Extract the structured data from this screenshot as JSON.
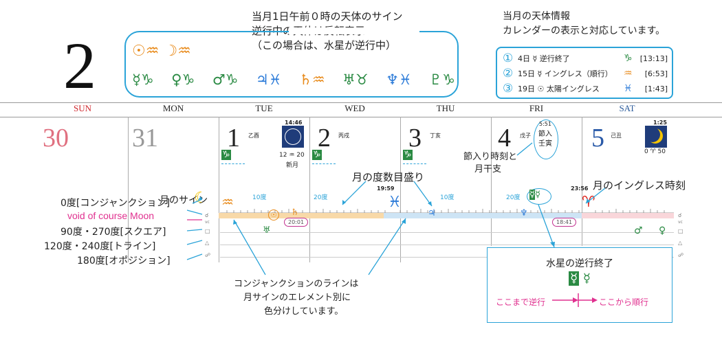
{
  "header": {
    "month": "2",
    "top_note": [
      "当月1日午前０時の天体のサイン",
      "逆行中の天体は反転表示",
      "（この場合は、水星が逆行中）"
    ],
    "info_title": [
      "当月の天体情報",
      "カレンダーの表示と対応しています。"
    ],
    "sign_row1": "☉♒ ☽♒",
    "sign_row2": [
      "☿♑",
      "♀♑",
      "♂♑",
      "♃♓",
      "♄♒",
      "♅♉",
      "♆♓",
      "♇♑"
    ],
    "info_rows": [
      {
        "num": "①",
        "text": "4日 ☿ 逆行終了",
        "sign": "♑",
        "time": "[13:13]"
      },
      {
        "num": "②",
        "text": "15日 ☿ イングレス（順行）",
        "sign": "♒",
        "time": "[6:53]"
      },
      {
        "num": "③",
        "text": "19日 ☉ 太陽イングレス",
        "sign": "♓",
        "time": "[1:43]"
      }
    ]
  },
  "calendar": {
    "days_of_week": [
      "SUN",
      "MON",
      "TUE",
      "WED",
      "THU",
      "FRI",
      "SAT"
    ],
    "dates": [
      "30",
      "31",
      "1",
      "2",
      "3",
      "4",
      "5"
    ],
    "kanshi": {
      "tue": "乙酉",
      "wed": "丙戌",
      "thu": "丁亥",
      "fri": "戊子",
      "sat": "己丑"
    },
    "tue_time": "14:46",
    "tue_moon_sign": "12 ♒ 20",
    "tue_new_moon": "新月",
    "sat_time": "1:25",
    "sat_sign": "0 ♈ 50",
    "fri_time": "5:51",
    "fri_setsu": [
      "節入",
      "壬寅"
    ],
    "merc_sign": "♑",
    "degree_labels": [
      "10度",
      "20度",
      "10度",
      "20度"
    ],
    "times": {
      "pisces": "19:59",
      "aries": "23:56"
    },
    "vc_times": [
      "20:01",
      "18:41"
    ],
    "right_marks": [
      "☌",
      "vc",
      "□",
      "△",
      "☍"
    ]
  },
  "labels": {
    "moon_sign": "月のサイン",
    "conj": "0度[コンジャンクション]",
    "voc": "void of course Moon",
    "square": "90度・270度[スクエア]",
    "trine": "120度・240度[トライン]",
    "opposition": "180度[オポジション]",
    "degree_scale": "月の度数目盛り",
    "setsu_label": [
      "節入り時刻と",
      "月干支"
    ],
    "ingress": "月のイングレス時刻",
    "conj_note": [
      "コンジャンクションのラインは",
      "月サインのエレメント別に",
      "色分けしています。"
    ],
    "merc_box_title": "水星の逆行終了",
    "retro_until": "ここまで逆行",
    "direct_from": "ここから順行"
  },
  "colors": {
    "accent": "#2aa3d8",
    "fire": "#e1271f",
    "earth": "#2a8a43",
    "air": "#e88a1a",
    "water": "#2a7ad8",
    "pink": "#e0308f"
  }
}
